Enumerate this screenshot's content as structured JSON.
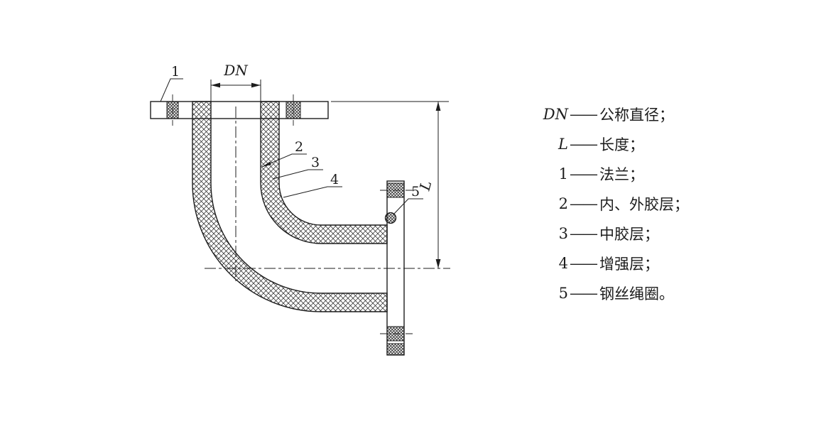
{
  "figure": {
    "dim_dn": "DN",
    "dim_l": "L",
    "part_1": "1",
    "part_2": "2",
    "part_3": "3",
    "part_4": "4",
    "part_5": "5"
  },
  "legend": {
    "items": [
      {
        "term": "DN",
        "sep": "——",
        "desc": "公称直径；"
      },
      {
        "term": "L",
        "sep": "——",
        "desc": "长度；"
      },
      {
        "term": "1",
        "sep": "——",
        "desc": "法兰；"
      },
      {
        "term": "2",
        "sep": "——",
        "desc": "内、外胶层；"
      },
      {
        "term": "3",
        "sep": "——",
        "desc": "中胶层；"
      },
      {
        "term": "4",
        "sep": "——",
        "desc": "增强层；"
      },
      {
        "term": "5",
        "sep": "——",
        "desc": "钢丝绳圈。"
      }
    ]
  },
  "colors": {
    "ink": "#1d1d1d",
    "background": "#ffffff"
  }
}
